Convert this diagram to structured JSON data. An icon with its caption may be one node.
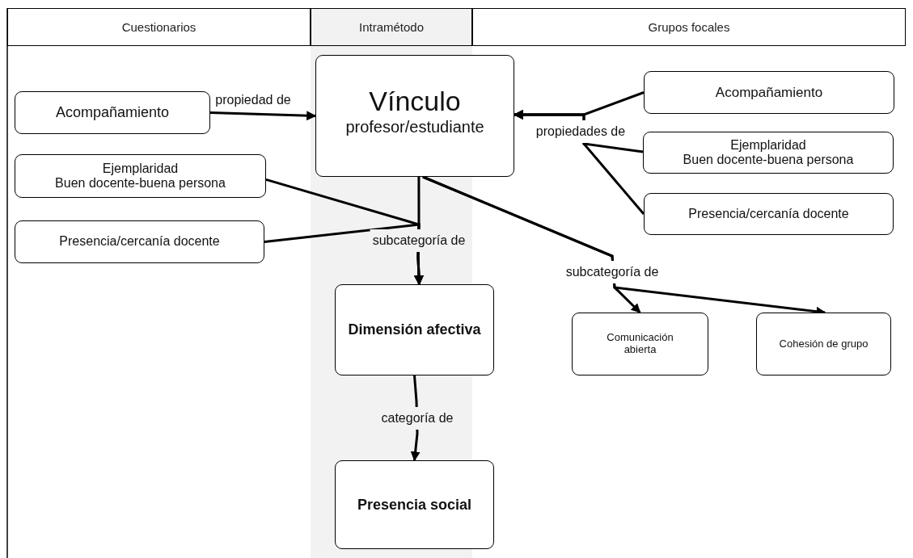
{
  "diagram": {
    "nodes": [
      {
        "text": [
          "Acompañamiento"
        ]
      },
      {
        "text": [
          "Vínculo",
          "profesor/estudiante"
        ]
      },
      {
        "text": [
          "Ejemplaridad",
          "Buen docente-buena persona"
        ]
      },
      {
        "text": [
          "Presencia/cercanía docente"
        ]
      },
      {
        "text": [
          "Dimensión afectiva"
        ]
      },
      {
        "text": [
          "Presencia social"
        ]
      },
      {
        "text": [
          "Acompañamiento"
        ]
      },
      {
        "text": [
          "Ejemplaridad",
          "Buen docente-buena persona"
        ]
      },
      {
        "text": [
          "Presencia/cercanía docente"
        ]
      },
      {
        "text": [
          "Comunicación abierta"
        ]
      },
      {
        "text": [
          "Cohesión de grupo"
        ]
      }
    ],
    "edges": [
      {
        "from": 0,
        "to": 1,
        "arrow": "to",
        "label": "propiedad de"
      },
      {
        "from": 6,
        "to": 1,
        "arrow": "to",
        "label": "propiedades de"
      },
      {
        "from": 7,
        "to": 1,
        "arrow": "to"
      },
      {
        "from": 8,
        "to": 1,
        "arrow": "to"
      },
      {
        "from": 1,
        "to": 4,
        "arrow": "to",
        "label": "subcategoría de"
      },
      {
        "from": 2,
        "to": 4,
        "arrow": "to"
      },
      {
        "from": 3,
        "to": 4,
        "arrow": "to"
      },
      {
        "from": 1,
        "to": 9,
        "arrow": "to",
        "label": "subcategoría de"
      },
      {
        "from": 1,
        "to": 10,
        "arrow": "to"
      },
      {
        "from": 4,
        "to": 5,
        "arrow": "to",
        "label": "categoría de"
      }
    ],
    "labels": [
      "Cuestionarios",
      "Intramétodo",
      "Grupos focales"
    ]
  }
}
